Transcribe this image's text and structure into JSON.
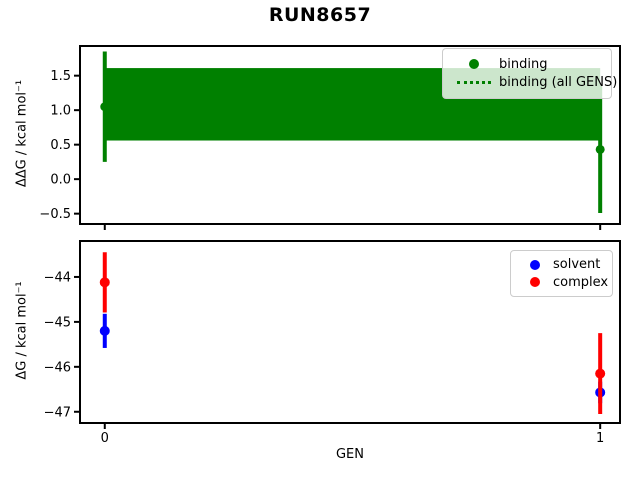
{
  "figure": {
    "title": "RUN8657",
    "background": "#ffffff"
  },
  "colors": {
    "spine": "#000000",
    "text": "#000000",
    "legend_border": "#cccccc",
    "binding_green": "#008000",
    "solvent_blue": "#0000ff",
    "complex_red": "#ff0000"
  },
  "chart_data": [
    {
      "type": "scatter",
      "subplot": "top",
      "title": "",
      "xlabel": "",
      "ylabel": "ΔΔG / kcal mol⁻¹",
      "grid": false,
      "legend_position": "upper right",
      "xlim": [
        -0.05,
        1.04
      ],
      "ylim": [
        -0.65,
        1.93
      ],
      "xticks": [
        {
          "v": 0,
          "label": ""
        },
        {
          "v": 1,
          "label": ""
        }
      ],
      "yticks": [
        {
          "v": 1.5,
          "label": "1.5"
        },
        {
          "v": 1.0,
          "label": "1.0"
        },
        {
          "v": 0.5,
          "label": "0.5"
        },
        {
          "v": 0.0,
          "label": "0.0"
        },
        {
          "v": -0.5,
          "label": "−0.5"
        }
      ],
      "band": {
        "label": "binding (all GENS)",
        "color": "#008000",
        "x": [
          0,
          1
        ],
        "y_low": 0.56,
        "y_high": 1.61,
        "line_style": "dotted"
      },
      "series": [
        {
          "name": "binding",
          "color": "#008000",
          "marker": "circle",
          "x": [
            0,
            1
          ],
          "y": [
            1.05,
            0.43
          ],
          "yerr": [
            0.8,
            0.92
          ]
        }
      ],
      "legend": {
        "items": [
          {
            "label": "binding",
            "marker": "dot",
            "color": "#008000"
          },
          {
            "label": "binding (all GENS)",
            "marker": "dotted-line",
            "color": "#008000"
          }
        ]
      }
    },
    {
      "type": "scatter",
      "subplot": "bottom",
      "title": "",
      "xlabel": "GEN",
      "ylabel": "ΔG / kcal mol⁻¹",
      "grid": false,
      "legend_position": "upper right",
      "xlim": [
        -0.05,
        1.04
      ],
      "ylim": [
        -47.25,
        -43.2
      ],
      "xticks": [
        {
          "v": 0,
          "label": "0"
        },
        {
          "v": 1,
          "label": "1"
        }
      ],
      "yticks": [
        {
          "v": -44,
          "label": "−44"
        },
        {
          "v": -45,
          "label": "−45"
        },
        {
          "v": -46,
          "label": "−46"
        },
        {
          "v": -47,
          "label": "−47"
        }
      ],
      "series": [
        {
          "name": "solvent",
          "color": "#0000ff",
          "marker": "circle",
          "x": [
            0,
            1
          ],
          "y": [
            -45.2,
            -46.57
          ],
          "yerr": [
            0.38,
            0.24
          ]
        },
        {
          "name": "complex",
          "color": "#ff0000",
          "marker": "circle",
          "x": [
            0,
            1
          ],
          "y": [
            -44.12,
            -46.15
          ],
          "yerr": [
            0.67,
            0.9
          ]
        }
      ],
      "legend": {
        "items": [
          {
            "label": "solvent",
            "marker": "dot",
            "color": "#0000ff"
          },
          {
            "label": "complex",
            "marker": "dot",
            "color": "#ff0000"
          }
        ]
      }
    }
  ]
}
